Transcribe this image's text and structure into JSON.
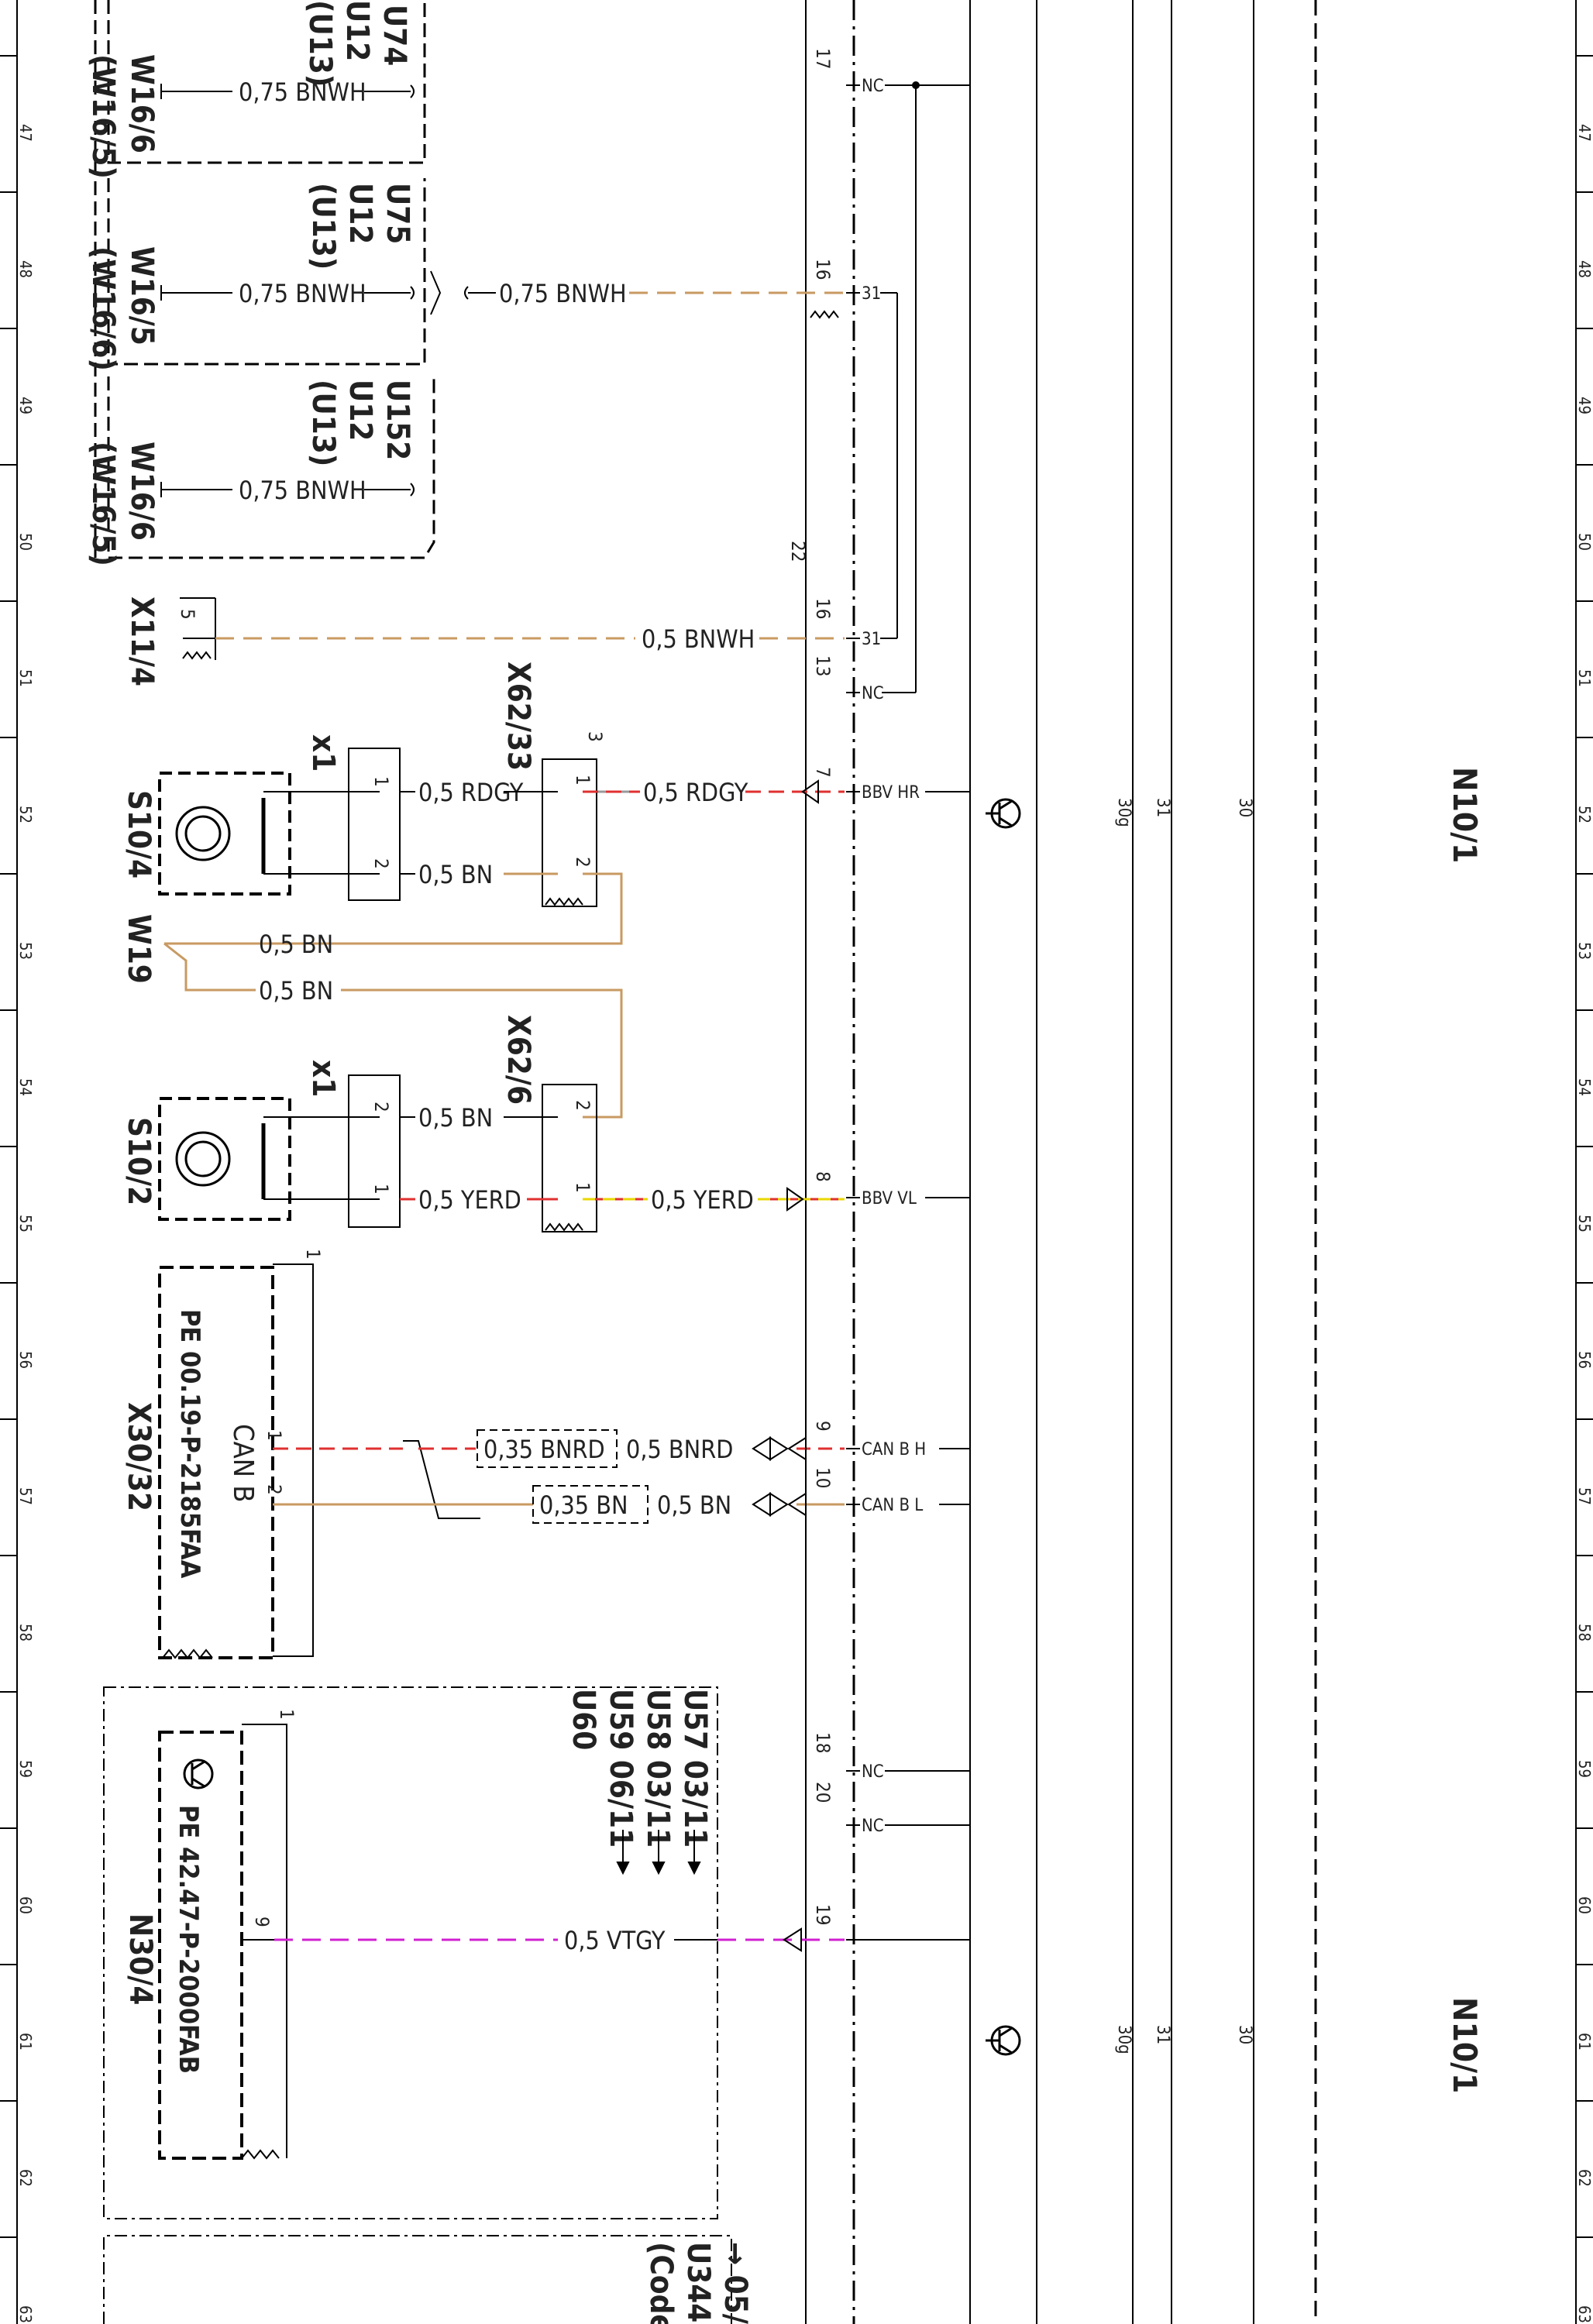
{
  "grid_numbers": [
    "47",
    "48",
    "49",
    "50",
    "51",
    "52",
    "53",
    "54",
    "55",
    "56",
    "57",
    "58",
    "59",
    "60",
    "61",
    "62",
    "63"
  ],
  "components": {
    "u74": "U74",
    "u75": "U75",
    "u152": "U152",
    "u12": "U12",
    "u13": "(U13)",
    "w16_6": "W16/6",
    "w16_5": "W16/5",
    "w16_5_alt": "(W16/5)",
    "w16_6_alt": "(W16/6)",
    "x11_4": "X11/4",
    "x62_33": "X62/33",
    "x62_6": "X62/6",
    "x1": "x1",
    "s10_4": "S10/4",
    "s10_2": "S10/2",
    "w19": "W19",
    "x30_32": "X30/32",
    "n30_4": "N30/4",
    "n10_1": "N10/1",
    "can_b": "CAN B",
    "pe1": "PE 00.19-P-2185FAA",
    "pe2": "PE 42.47-P-2000FAB",
    "u57": "U57 03/11",
    "u58": "U58 03/11",
    "u59": "U59 06/11",
    "u60": "U60",
    "u344": "U344",
    "code": "(Code",
    "arrow05": "→ 05/"
  },
  "wires": {
    "bnwh075": "0,75 BNWH",
    "bnwh05": "0,5 BNWH",
    "rdgy": "0,5 RDGY",
    "bn": "0,5 BN",
    "yerd": "0,5 YERD",
    "bnrd035": "0,35 BNRD",
    "bnrd05": "0,5 BNRD",
    "bn035": "0,35 BN",
    "vtgy": "0,5 VTGY"
  },
  "pins": {
    "p1": "1",
    "p2": "2",
    "p3": "3",
    "p5": "5",
    "p7": "7",
    "p8": "8",
    "p9": "9",
    "p10": "10",
    "p13": "13",
    "p16": "16",
    "p17": "17",
    "p18": "18",
    "p19": "19",
    "p20": "20",
    "p22": "22"
  },
  "signals": {
    "nc": "NC",
    "s31": "31",
    "bbv_hr": "BBV HR",
    "bbv_vl": "BBV VL",
    "can_b_h": "CAN B H",
    "can_b_l": "CAN B L",
    "s30g": "30g",
    "s30": "30"
  },
  "colors": {
    "brown": "#c89a62",
    "red": "#e03030",
    "gray": "#999999",
    "yellow": "#e8d800",
    "violet": "#d020d0",
    "line": "#000000"
  }
}
